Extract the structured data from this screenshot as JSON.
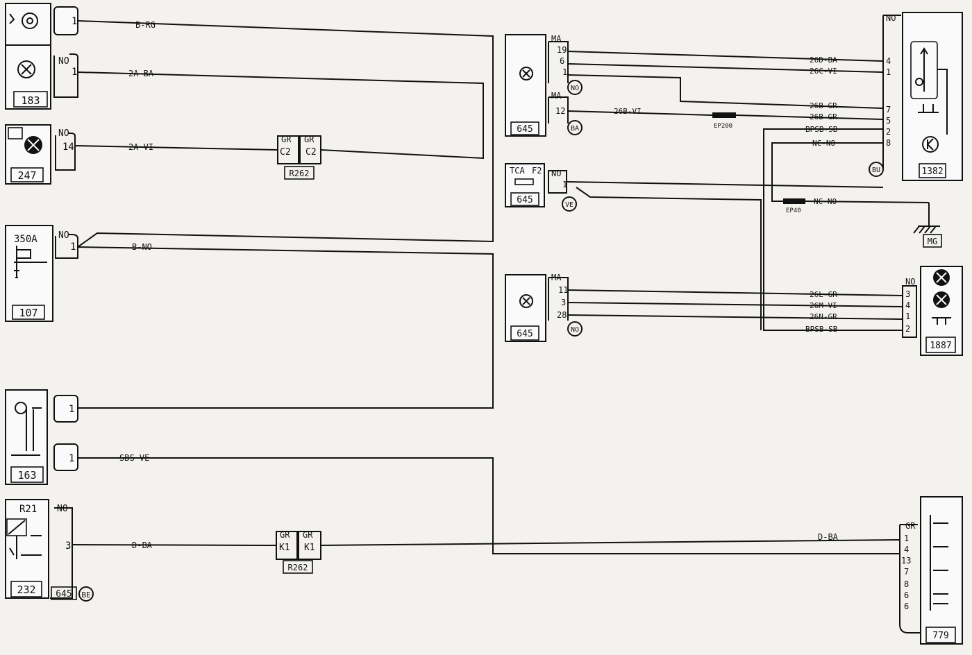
{
  "components": {
    "c183": "183",
    "c247": "247",
    "c107": "107",
    "c107_tag": "350A",
    "c163": "163",
    "c232": "232",
    "c232_tag": "R21",
    "c232_conn": "645",
    "c232_conn_ref": "BE",
    "c645_a": "645",
    "c645_b": "645",
    "c645_c": "645",
    "c645_b_tag1": "TCA",
    "c645_b_tag2": "F2",
    "c1382": "1382",
    "c1887": "1887",
    "c779": "779",
    "r262_top": "R262",
    "r262_bottom": "R262",
    "ground_ref": "MG"
  },
  "connectors": {
    "no": "NO",
    "ma": "MA",
    "gr": "GR",
    "c2": "C2",
    "k1": "K1"
  },
  "pins": {
    "p1": "1",
    "p3": "3",
    "p14": "14",
    "p19": "19",
    "p6": "6",
    "p12": "12",
    "p11": "11",
    "p28": "28",
    "p4": "4",
    "p7": "7",
    "p5": "5",
    "p2": "2",
    "p8": "8",
    "p13": "13"
  },
  "wires": {
    "w_b_rg": "B-RG",
    "w_2a_ba": "2A-BA",
    "w_2a_vi": "2A-VI",
    "w_b_no": "B-NO",
    "w_sbs_ve": "SBS-VE",
    "w_d_ba_left": "D-BA",
    "w_d_ba_right": "D-BA",
    "w_26d_ba": "26D-BA",
    "w_26c_vi": "26C-VI",
    "w_26b_gr1": "26B-GR",
    "w_26b_gr2": "26B-GR",
    "w_26b_vi": "26B-VI",
    "w_bp_sb_a": "BPSB-SB",
    "w_nc_no_1": "NC-NO",
    "w_nc_no_2": "NC-NO",
    "w_26l_gr": "26L-GR",
    "w_26m_vi": "26M-VI",
    "w_26n_gr": "26N-GR",
    "w_bp_sb_b": "BPSB-SB"
  },
  "splices": {
    "ep200": "EP200",
    "ep40": "EP40"
  },
  "refs": {
    "no": "NO",
    "ba": "BA",
    "ve": "VE",
    "bu": "BU"
  }
}
